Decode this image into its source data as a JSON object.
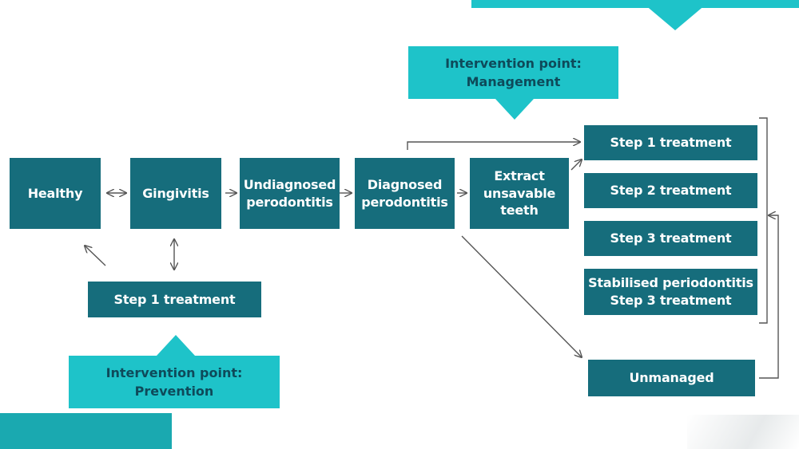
{
  "colors": {
    "box_fill": "#166d7c",
    "box_text": "#ffffff",
    "callout_fill": "#1ec3c9",
    "callout_text": "#0e4a5a",
    "arrow": "#555555"
  },
  "nodes": {
    "healthy": "Healthy",
    "gingivitis": "Gingivitis",
    "undiagnosed": "Undiagnosed\nperodontitis",
    "diagnosed": "Diagnosed\nperodontitis",
    "extract": "Extract\nunsavable\nteeth",
    "step1_left": "Step 1 treatment",
    "step1_right": "Step 1 treatment",
    "step2": "Step 2 treatment",
    "step3": "Step 3 treatment",
    "stabilised": "Stabilised periodontitis\nStep 3 treatment",
    "unmanaged": "Unmanaged"
  },
  "callouts": {
    "prevention": "Intervention point:\nPrevention",
    "management": "Intervention point:\nManagement"
  }
}
